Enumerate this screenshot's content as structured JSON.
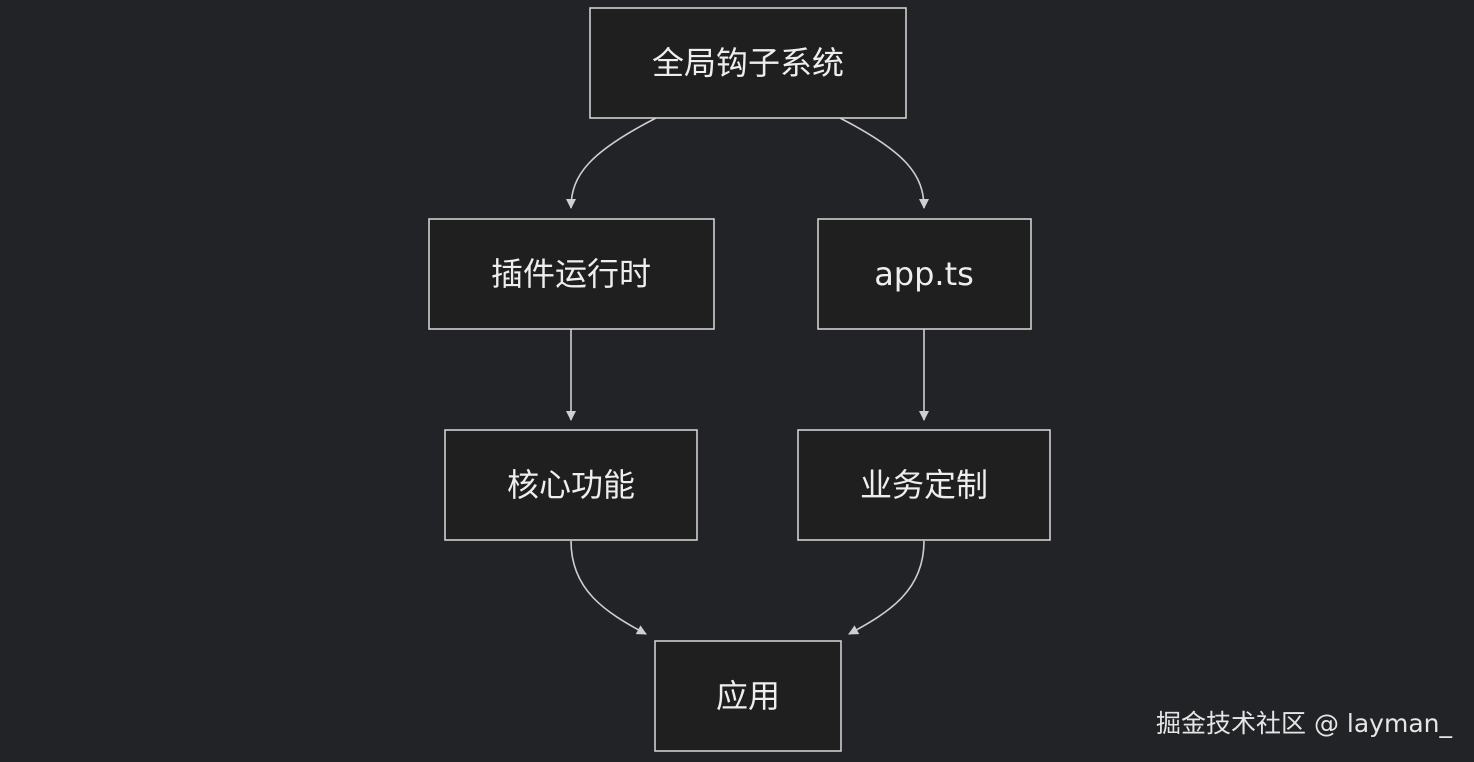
{
  "nodes": {
    "global_hooks": "全局钩子系统",
    "plugin_runtime": "插件运行时",
    "app_ts": "app.ts",
    "core_features": "核心功能",
    "business_custom": "业务定制",
    "app": "应用"
  },
  "edges": [
    {
      "from": "global_hooks",
      "to": "plugin_runtime"
    },
    {
      "from": "global_hooks",
      "to": "app_ts"
    },
    {
      "from": "plugin_runtime",
      "to": "core_features"
    },
    {
      "from": "app_ts",
      "to": "business_custom"
    },
    {
      "from": "core_features",
      "to": "app"
    },
    {
      "from": "business_custom",
      "to": "app"
    }
  ],
  "colors": {
    "background": "#222326",
    "node_fill": "#1f1f1f",
    "stroke": "#cfcfcf",
    "text": "#eeeeee"
  },
  "watermark": "掘金技术社区 @ layman_"
}
